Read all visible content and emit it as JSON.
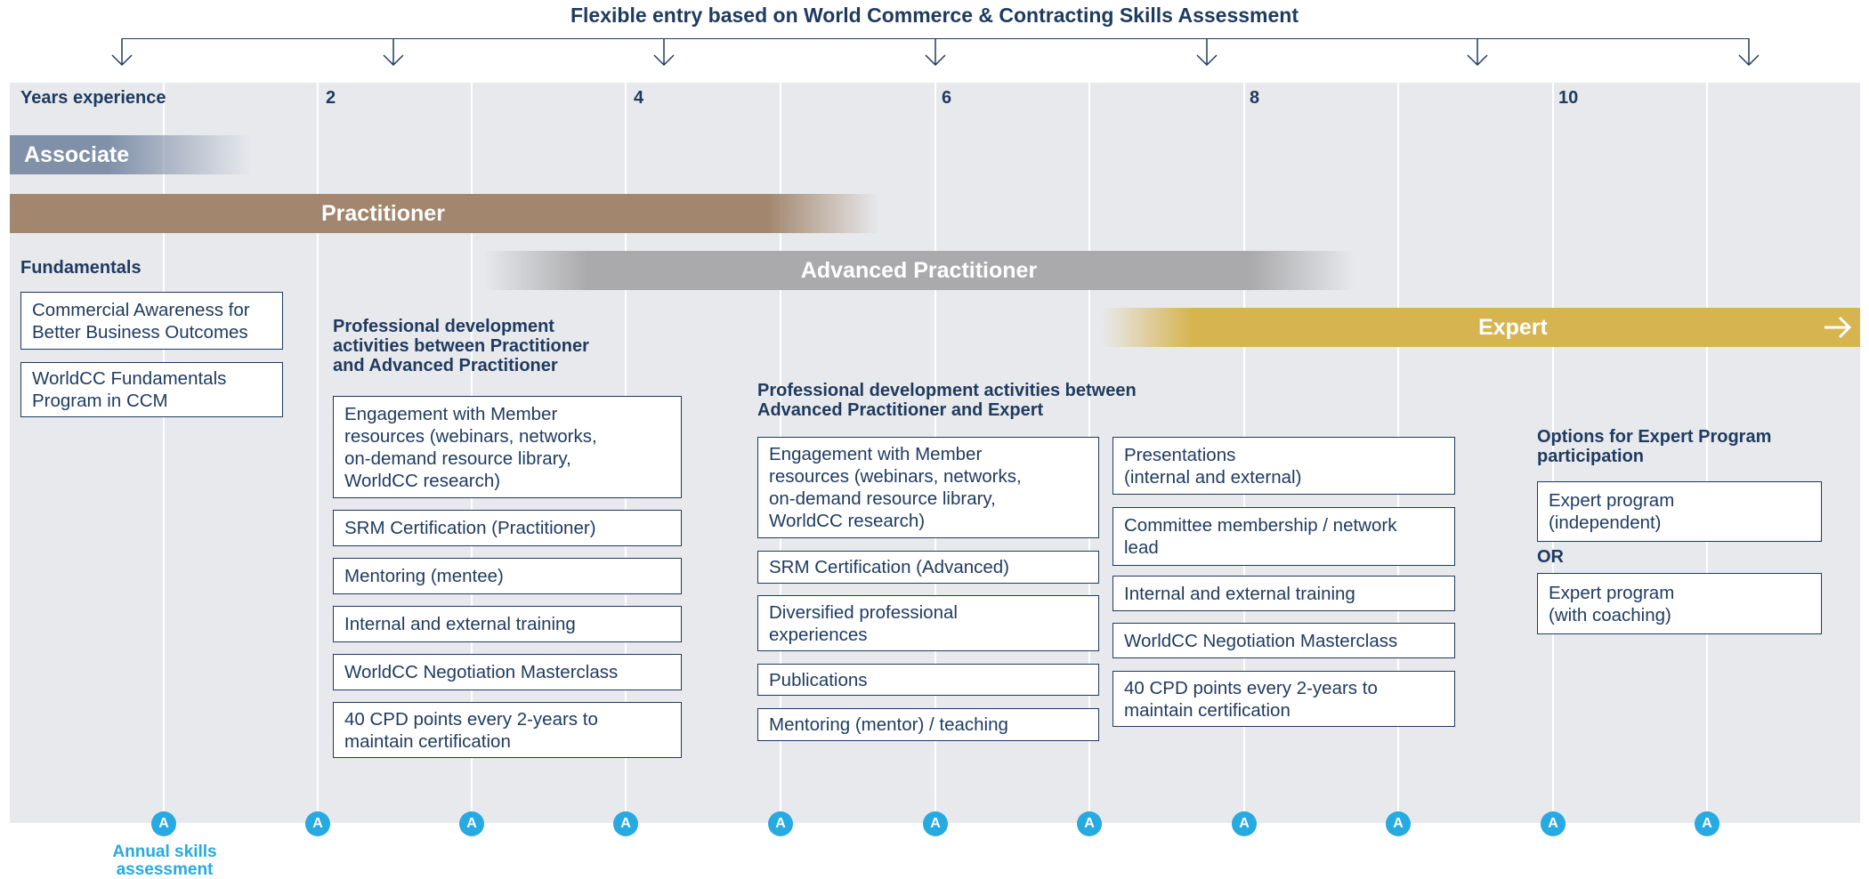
{
  "title": "Flexible entry based on World Commerce & Contracting Skills Assessment",
  "axis": {
    "label": "Years experience",
    "ticks": [
      "2",
      "4",
      "6",
      "8",
      "10"
    ]
  },
  "levels": {
    "associate": "Associate",
    "practitioner": "Practitioner",
    "advanced": "Advanced Practitioner",
    "expert": "Expert"
  },
  "fundamentals": {
    "heading": "Fundamentals",
    "items": [
      "Commercial Awareness for\nBetter Business Outcomes",
      "WorldCC Fundamentals\nProgram in CCM"
    ]
  },
  "practitioner_to_advanced": {
    "heading": "Professional development\nactivities between Practitioner\nand Advanced Practitioner",
    "items": [
      "Engagement with Member\nresources (webinars, networks,\non-demand resource library,\nWorldCC research)",
      "SRM Certification (Practitioner)",
      "Mentoring (mentee)",
      "Internal and external training",
      "WorldCC Negotiation Masterclass",
      "40 CPD points every 2-years to\nmaintain certification"
    ]
  },
  "advanced_to_expert": {
    "heading": "Professional development activities between\nAdvanced Practitioner and Expert",
    "left_items": [
      "Engagement with Member\nresources (webinars, networks,\non-demand resource library,\nWorldCC research)",
      "SRM Certification (Advanced)",
      "Diversified professional\nexperiences",
      "Publications",
      "Mentoring (mentor) / teaching"
    ],
    "right_items": [
      "Presentations\n(internal and external)",
      "Committee membership / network\nlead",
      "Internal and external training",
      "WorldCC Negotiation Masterclass",
      "40 CPD points every 2-years to\nmaintain certification"
    ]
  },
  "expert_options": {
    "heading": "Options for Expert Program\nparticipation",
    "option1": "Expert program\n(independent)",
    "or_label": "OR",
    "option2": "Expert program\n(with coaching)"
  },
  "assessment": {
    "marker_letter": "A",
    "marker_count": 11,
    "label": "Annual skills\nassessment"
  },
  "colors": {
    "navy": "#1e3a5f",
    "associate": "#7f90a8",
    "practitioner": "#a2866d",
    "advanced": "#aaaaac",
    "expert": "#d6b44f",
    "assessment": "#27a9e1"
  }
}
